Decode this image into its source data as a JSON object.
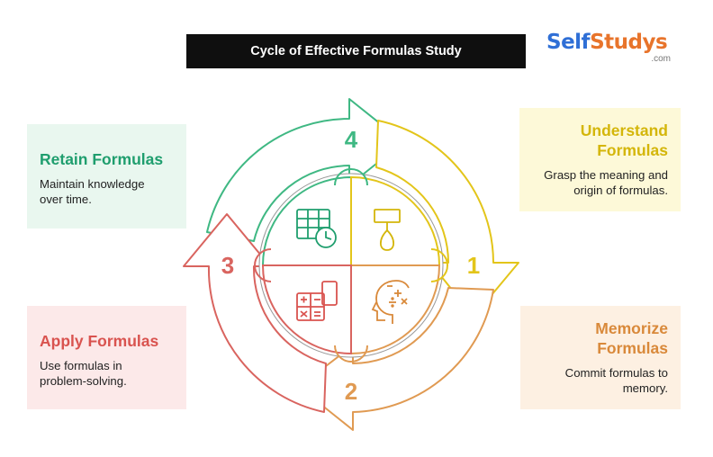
{
  "title": "Cycle of Effective Formulas Study",
  "logo": {
    "self": "Self",
    "studys": "Studys",
    "com": ".com"
  },
  "steps": [
    {
      "number": "1",
      "title_line1": "Understand",
      "title_line2": "Formulas",
      "text_line1": "Grasp the meaning and",
      "text_line2": "origin of formulas.",
      "color": "#d4b60a"
    },
    {
      "number": "2",
      "title_line1": "Memorize",
      "title_line2": "Formulas",
      "text_line1": "Commit formulas to",
      "text_line2": "memory.",
      "color": "#d9893a"
    },
    {
      "number": "3",
      "title_line1": "Apply Formulas",
      "text_line1": "Use formulas in",
      "text_line2": "problem-solving.",
      "color": "#d9534f"
    },
    {
      "number": "4",
      "title_line1": "Retain Formulas",
      "text_line1": "Maintain knowledge",
      "text_line2": "over time.",
      "color": "#1f9e6e"
    }
  ],
  "icons": [
    "spreadsheet-clock-icon",
    "lamp-icon",
    "calculator-icon",
    "head-math-icon"
  ]
}
